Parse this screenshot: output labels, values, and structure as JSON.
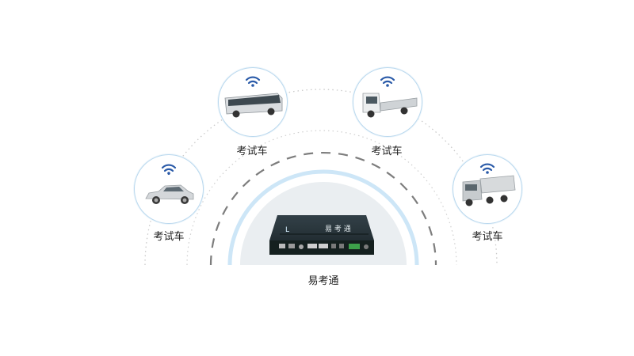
{
  "center": {
    "label": "易考通",
    "device_brand": "易 考 通"
  },
  "vehicles": [
    {
      "id": "car",
      "label": "考试车",
      "icon": "car-icon"
    },
    {
      "id": "bus",
      "label": "考试车",
      "icon": "bus-icon"
    },
    {
      "id": "truck",
      "label": "考试车",
      "icon": "truck-icon"
    },
    {
      "id": "dump-truck",
      "label": "考试车",
      "icon": "dump-truck-icon"
    }
  ],
  "colors": {
    "accent": "#2a5aa8",
    "ring": "#c7e3f6",
    "device": "#1d2a30"
  }
}
